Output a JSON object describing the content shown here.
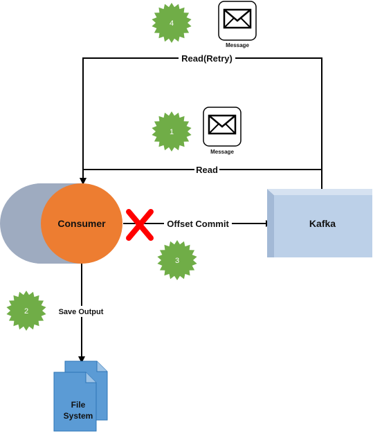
{
  "nodes": {
    "consumer": {
      "label": "Consumer",
      "color": "#ed7d31",
      "body_color": "#9eabc0"
    },
    "kafka": {
      "label": "Kafka",
      "color": "#bcd0e8"
    },
    "file_system": {
      "label_line1": "File",
      "label_line2": "System",
      "color": "#5b9bd5"
    }
  },
  "edges": {
    "read_retry": "Read(Retry)",
    "read": "Read",
    "offset_commit": "Offset Commit",
    "save_output": "Save Output"
  },
  "messages": [
    {
      "label": "Message"
    },
    {
      "label": "Message"
    }
  ],
  "steps": [
    {
      "label": "4"
    },
    {
      "label": "1"
    },
    {
      "label": "3"
    },
    {
      "label": "2"
    }
  ],
  "colors": {
    "step_badge": "#70ad47",
    "fail_mark": "#ff0000",
    "line": "#000000"
  },
  "icons": {
    "message": "envelope-icon",
    "step": "starburst-badge",
    "fail": "x-cross-icon",
    "file_system": "document-stack-icon"
  }
}
